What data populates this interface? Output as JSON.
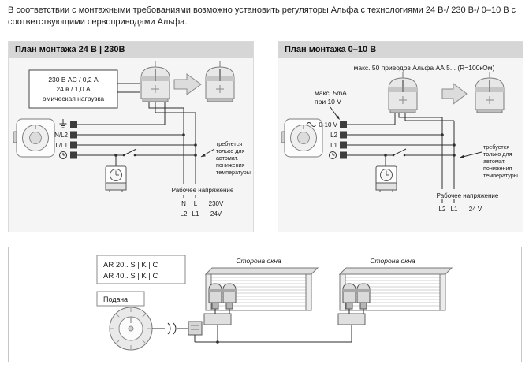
{
  "intro": {
    "line1": "В соответствии с монтажными требованиями возможно установить регуляторы Альфа с технологиями 24 В-/ 230 В-/ 0–10 В с",
    "line2": "соответствующими сервоприводами Альфа."
  },
  "panel_24v": {
    "title": "План монтажа 24 В | 230В",
    "load_note_lines": [
      "230 В AC / 0,2 А",
      "24 в / 1,0 А",
      "омическая нагрузка"
    ],
    "terminal_labels": {
      "t1": "N/L2",
      "t2": "L/L1"
    },
    "note_lines": [
      "требуется",
      "только для",
      "автомат.",
      "понижения",
      "температуры"
    ],
    "voltage": {
      "title": "Рабочее напряжение",
      "row1": [
        "N",
        "L",
        "230V"
      ],
      "row2": [
        "L2",
        "L1",
        "24V"
      ]
    }
  },
  "panel_0_10v": {
    "title": "План монтажа 0–10 В",
    "drives_note": "макс. 50 приводов Альфа АА 5... (R=100кОм)",
    "current_note_lines": [
      "макс. 5mA",
      "при 10 V"
    ],
    "terminal_labels": {
      "t1": "0-10 V",
      "t2": "L2",
      "t3": "L1"
    },
    "note_lines": [
      "требуется",
      "только для",
      "автомат.",
      "понижения",
      "температуры"
    ],
    "voltage": {
      "title": "Рабочее напряжение",
      "row1": [
        "L2",
        "L1",
        "24 V"
      ]
    }
  },
  "mounting": {
    "models": [
      "AR 20.. S | K | C",
      "AR 40.. S | K | C"
    ],
    "supply_label": "Подача",
    "window_side_left": "Сторона окна",
    "window_side_right": "Сторона окна"
  },
  "colors": {
    "header_gray": "#d6d6d6",
    "panel_gray": "#f5f5f5",
    "wire": "#2e2e2e"
  }
}
